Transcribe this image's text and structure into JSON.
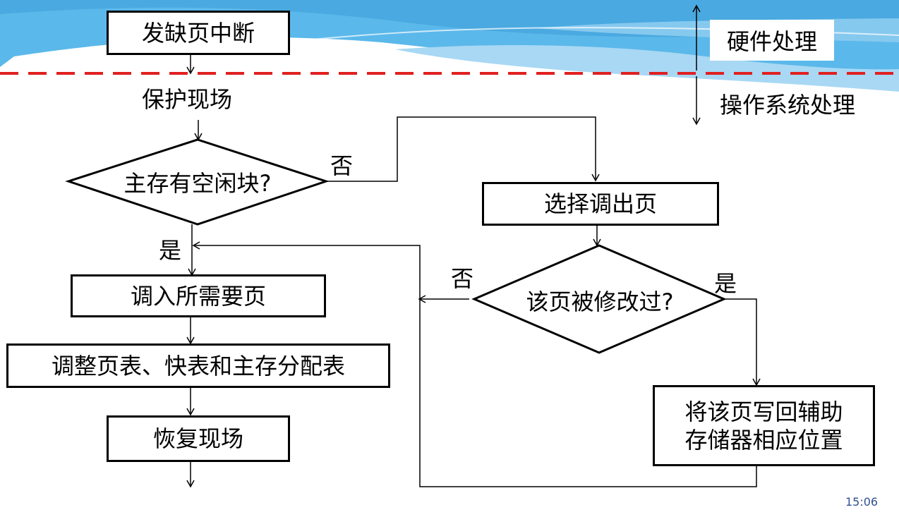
{
  "colors": {
    "banner": "#5bb8ea",
    "divider": "#e02020"
  },
  "regions": {
    "hardware": "硬件处理",
    "os": "操作系统处理"
  },
  "nodes": {
    "page_fault": "发缺页中断",
    "save_context": "保护现场",
    "free_block_q": "主存有空闲块?",
    "load_page": "调入所需要页",
    "adjust_tables": "调整页表、快表和主存分配表",
    "restore_context": "恢复现场",
    "select_victim": "选择调出页",
    "modified_q": "该页被修改过?",
    "write_back_line1": "将该页写回辅助",
    "write_back_line2": "存储器相应位置"
  },
  "edge_labels": {
    "free_no": "否",
    "free_yes": "是",
    "mod_no": "否",
    "mod_yes": "是"
  },
  "page_number": "15:06"
}
